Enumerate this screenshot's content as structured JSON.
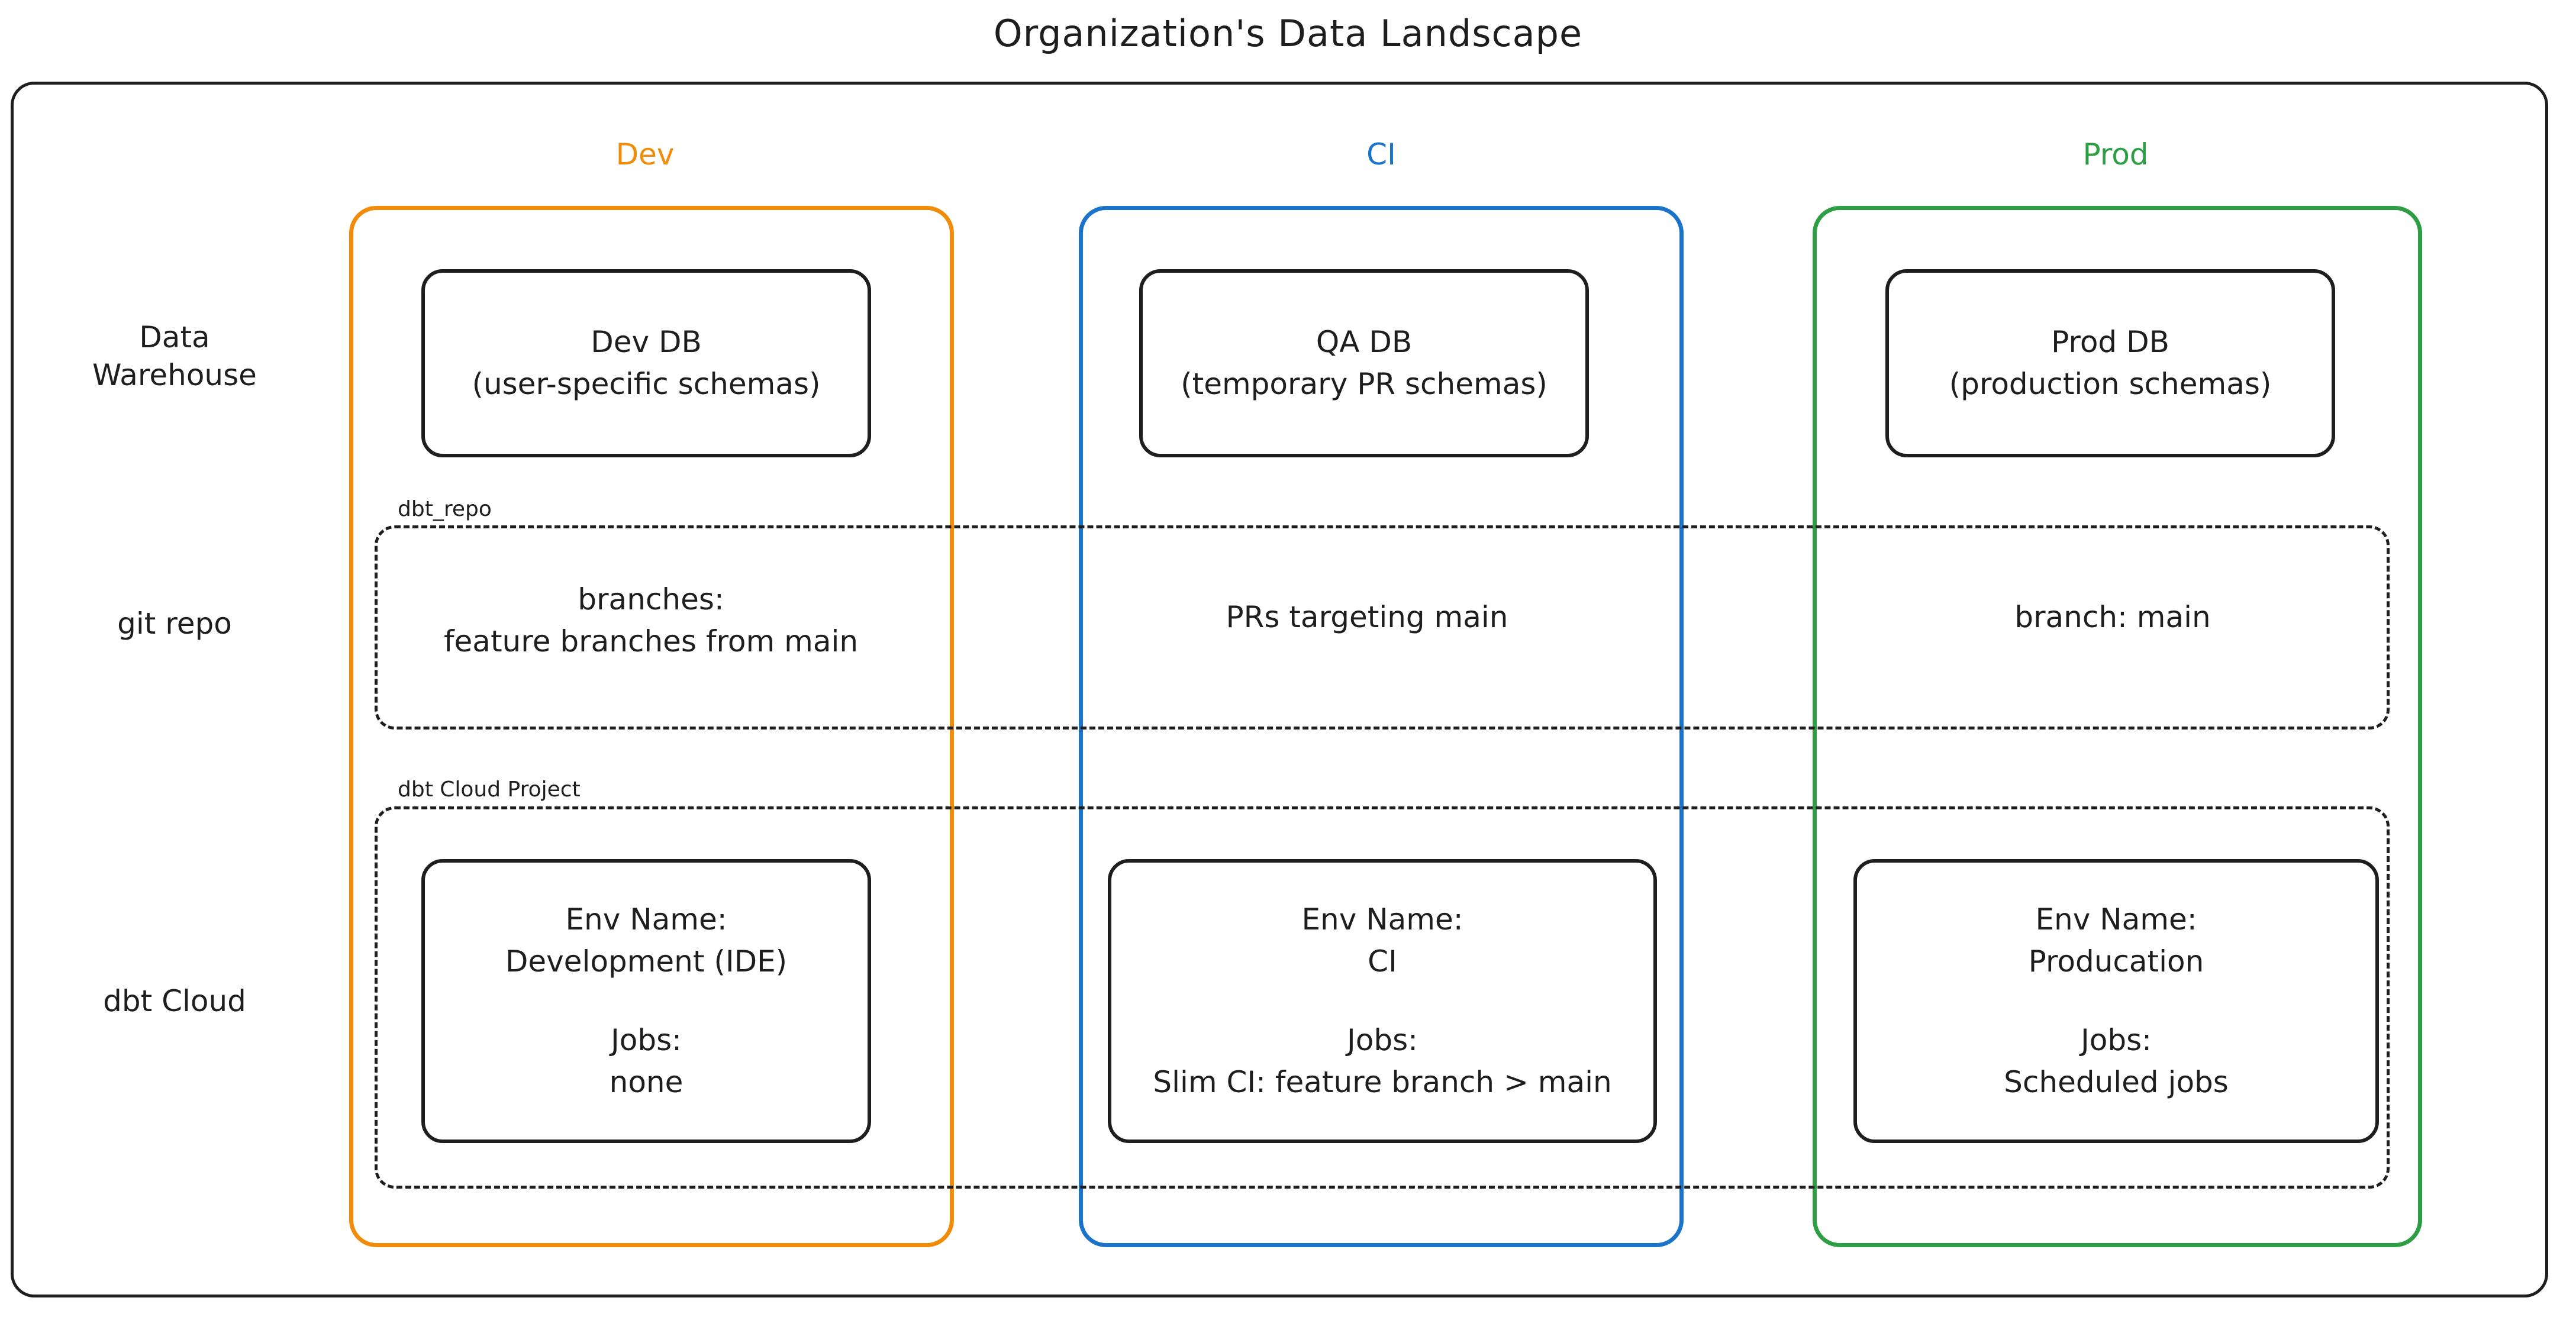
{
  "title": "Organization's Data Landscape",
  "colors": {
    "dev": "#f08c0a",
    "ci": "#1b74c8",
    "prod": "#2d9e44",
    "stroke": "#1e1e1e",
    "background": "#ffffff"
  },
  "row_labels": {
    "data_warehouse": "Data\nWarehouse",
    "git_repo": "git repo",
    "dbt_cloud": "dbt Cloud"
  },
  "environments": [
    {
      "key": "dev",
      "label": "Dev"
    },
    {
      "key": "ci",
      "label": "CI"
    },
    {
      "key": "prod",
      "label": "Prod"
    }
  ],
  "data_warehouse": {
    "dev": "Dev DB\n(user-specific schemas)",
    "ci": "QA DB\n(temporary PR schemas)",
    "prod": "Prod DB\n(production schemas)"
  },
  "git_repo_group": {
    "label": "dbt_repo",
    "dev": "branches:\nfeature branches from main",
    "ci": "PRs targeting main",
    "prod": "branch: main"
  },
  "dbt_cloud_group": {
    "label": "dbt Cloud Project",
    "dev": {
      "env_name": "Env Name:\nDevelopment (IDE)",
      "jobs": "Jobs:\nnone"
    },
    "ci": {
      "env_name": "Env Name:\nCI",
      "jobs": "Jobs:\nSlim CI: feature branch > main"
    },
    "prod": {
      "env_name": "Env Name:\nProducation",
      "jobs": "Jobs:\nScheduled jobs"
    }
  }
}
